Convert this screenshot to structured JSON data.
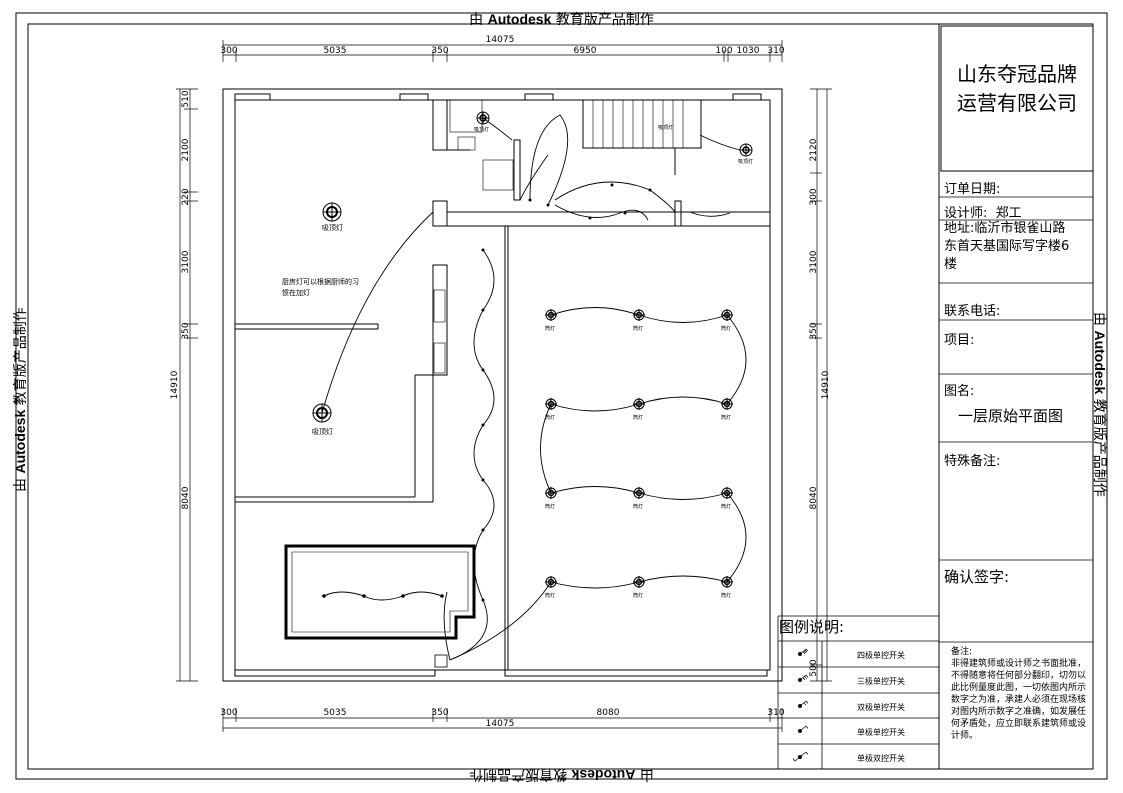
{
  "watermark": {
    "prefix": "由 ",
    "brand": "Autodesk",
    "suffix": " 教育版产品制作"
  },
  "title_block": {
    "company": "山东夺冠品牌运营有限公司",
    "company_line1": "山东夺冠品牌",
    "company_line2": "运营有限公司",
    "order_date_label": "订单日期:",
    "designer_label": "设计师:",
    "designer_value": "郑工",
    "address_label": "地址:",
    "address_value_line1": "临沂市银雀山路",
    "address_value_line2": "东首天基国际写字楼6",
    "address_value_line3": "楼",
    "phone_label": "联系电话:",
    "project_label": "项目:",
    "drawing_name_label": "图名:",
    "drawing_name_value": "一层原始平面图",
    "special_notes_label": "特殊备注:",
    "signature_label": "确认签字:",
    "notes_title": "备注:",
    "notes_text": "非得建筑师或设计师之书面批准，不得随意将任何部分翻印，切勿以此比例量度此图，一切依图内所示数字之为准，承建人必须在现场核对图内所示数字之准确，如发展任何矛盾处，应立即联系建筑师或设计师。"
  },
  "legend": {
    "title": "图例说明:",
    "items": [
      "四极单控开关",
      "三极单控开关",
      "双极单控开关",
      "单极单控开关",
      "单极双控开关"
    ]
  },
  "dimensions": {
    "top_total": "14075",
    "top_segments": [
      "300",
      "5035",
      "350",
      "6950",
      "100",
      "1030",
      "310"
    ],
    "bottom_total": "14075",
    "bottom_segments": [
      "300",
      "5035",
      "350",
      "8080",
      "310"
    ],
    "left_total": "14910",
    "left_segments": [
      "510",
      "2100",
      "220",
      "3100",
      "350",
      "8040"
    ],
    "right_total": "14910",
    "right_segments": [
      "2120",
      "300",
      "3100",
      "350",
      "8040",
      "500"
    ]
  },
  "plan_labels": {
    "ceiling_light_1": "吸顶灯",
    "ceiling_light_2": "吸顶灯",
    "kitchen_note_line1": "厨房灯可以根据厨师的习",
    "kitchen_note_line2": "惯在加灯",
    "ceiling_light_small_1": "吸顶灯",
    "ceiling_light_small_2": "吸顶灯",
    "stair_light": "吸顶灯",
    "downlight": "筒灯"
  }
}
